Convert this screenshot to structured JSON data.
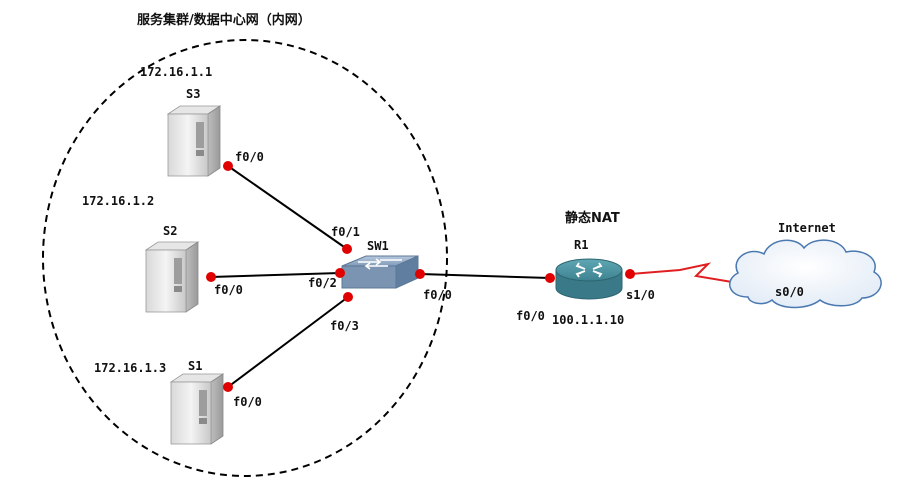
{
  "diagram": {
    "zone_title": "服务集群/数据中心网（内网）",
    "nat_label": "静态NAT",
    "devices": {
      "s3": {
        "name": "S3",
        "ip": "172.16.1.1",
        "port": "f0/0"
      },
      "s2": {
        "name": "S2",
        "ip": "172.16.1.2",
        "port": "f0/0"
      },
      "s1": {
        "name": "S1",
        "ip": "172.16.1.3",
        "port": "f0/0"
      },
      "sw1": {
        "name": "SW1",
        "ports": [
          "f0/1",
          "f0/2",
          "f0/3",
          "f0/0"
        ]
      },
      "r1": {
        "name": "R1",
        "port_inside": "f0/0",
        "ip_inside": "100.1.1.10",
        "port_outside": "s1/0"
      },
      "internet": {
        "name": "Internet",
        "port": "s0/0"
      }
    },
    "colors": {
      "link": "#000000",
      "serial_link": "#e02020",
      "port_dot": "#e00000",
      "boundary": "#000000"
    }
  }
}
